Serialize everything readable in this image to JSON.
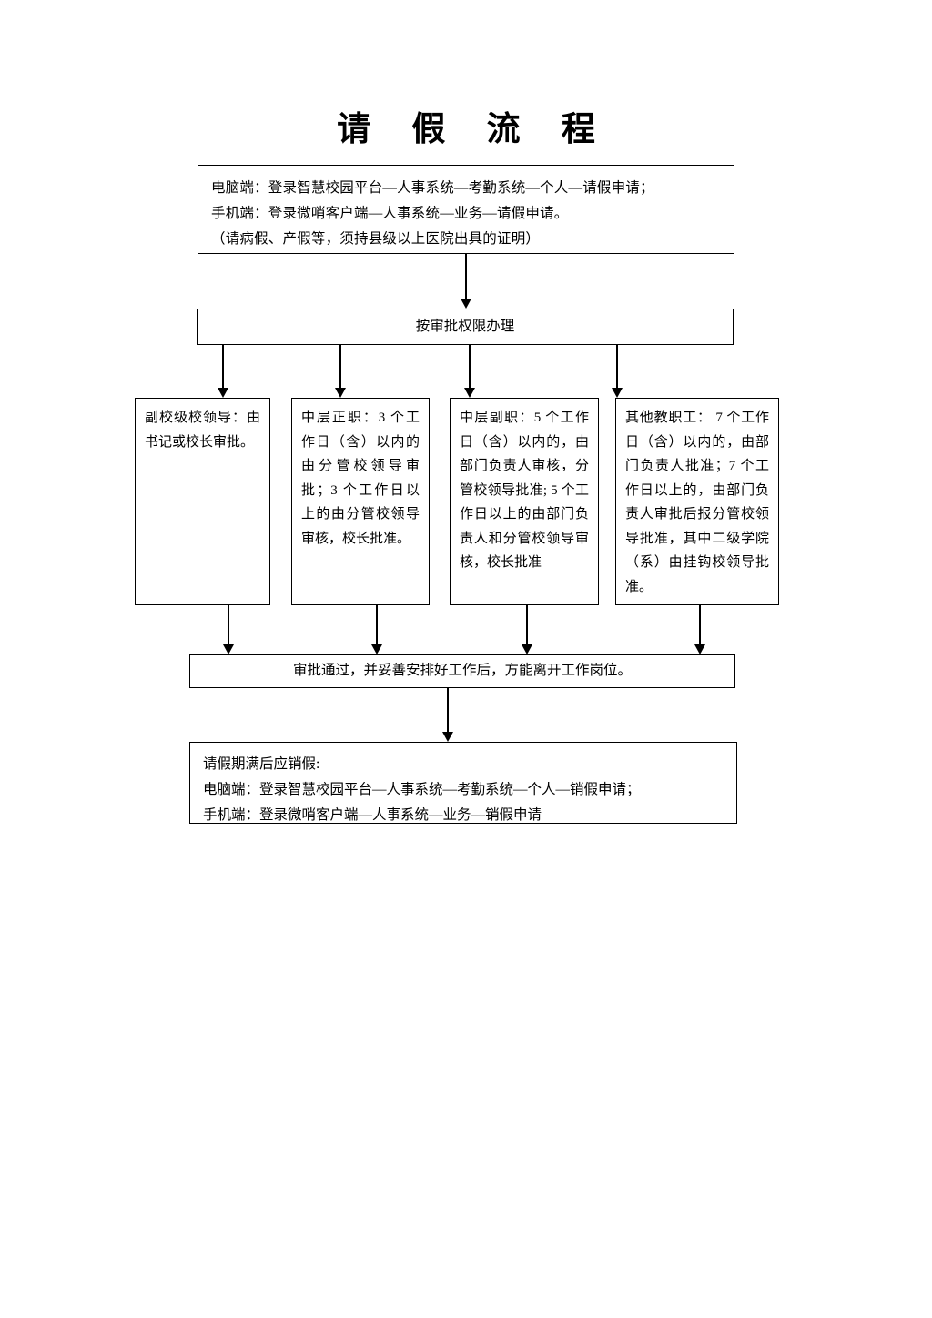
{
  "document": {
    "title": "请 假 流 程",
    "language": "zh-CN"
  },
  "flow": {
    "apply": {
      "name": "leave-application-entry",
      "text": "电脑端：登录智慧校园平台—人事系统—考勤系统—个人—请假申请；\n手机端：登录微哨客户端—人事系统—业务—请假申请。\n（请病假、产假等，须持县级以上医院出具的证明）"
    },
    "authority": {
      "name": "approval-authority",
      "text": "按审批权限办理"
    },
    "roles": [
      {
        "name": "vice-principal-level",
        "text": "副校级校领导：由书记或校长审批。"
      },
      {
        "name": "mid-level-chief",
        "text": "中层正职：3 个工作日（含）以内的由分管校领导审批；3 个工作日以上的由分管校领导审核，校长批准。"
      },
      {
        "name": "mid-level-deputy",
        "text": "中层副职：5 个工作日（含）以内的，由部门负责人审核，分管校领导批准; 5 个工作日以上的由部门负责人和分管校领导审核，校长批准"
      },
      {
        "name": "other-staff",
        "text": "其他教职工： 7 个工作日（含）以内的，由部门负责人批准；7 个工作日以上的，由部门负责人审批后报分管校领导批准，其中二级学院（系）由挂钩校领导批准。"
      }
    ],
    "approved": {
      "name": "approved-then-leave",
      "text": "审批通过，并妥善安排好工作后，方能离开工作岗位。"
    },
    "cancel": {
      "name": "cancel-leave-entry",
      "text": "请假期满后应销假:\n电脑端：登录智慧校园平台—人事系统—考勤系统—个人—销假申请；\n手机端：登录微哨客户端—人事系统—业务—销假申请"
    }
  },
  "style": {
    "line_color": "#000000",
    "background": "#ffffff",
    "text_color": "#000000"
  }
}
